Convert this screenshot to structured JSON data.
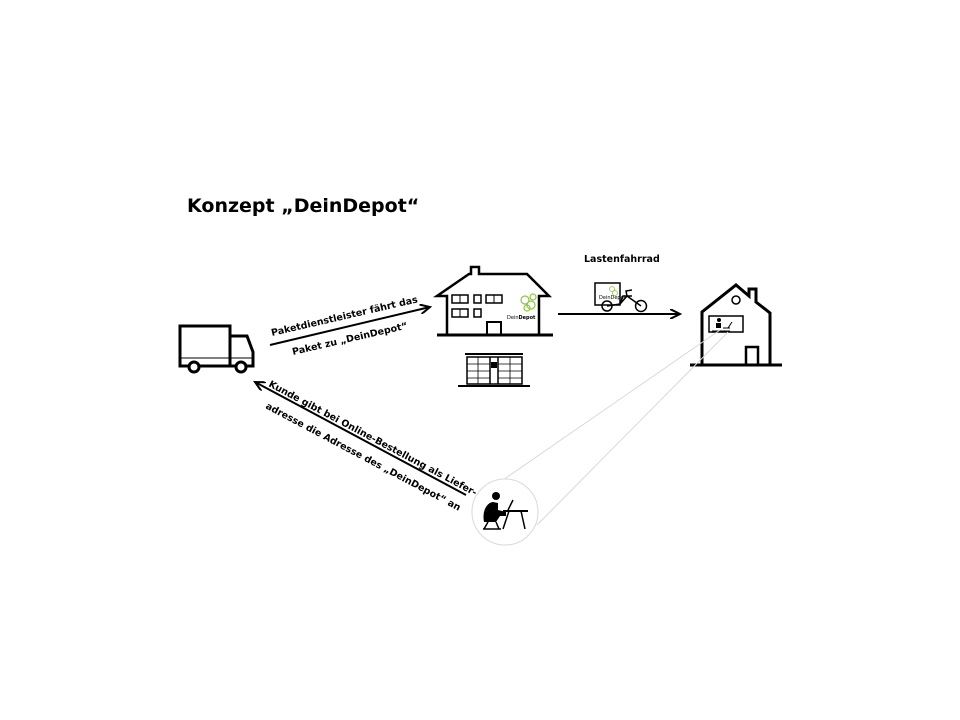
{
  "title": "Konzept „DeinDepot“",
  "arrows": {
    "truck_to_depot_line1": "Paketdienstleister fährt das",
    "truck_to_depot_line2": "Paket zu „DeinDepot“",
    "customer_to_truck_line1": "Kunde gibt bei Online-Bestellung als Liefer-",
    "customer_to_truck_line2": "adresse die Adresse des „DeinDepot“ an",
    "cargo_bike_label": "Lastenfahrrad"
  },
  "depot": {
    "logo_prefix": "Dein",
    "logo_bold": "Depot",
    "logo_color": "#8dc63f"
  },
  "bike_logo": "DeinDepot"
}
